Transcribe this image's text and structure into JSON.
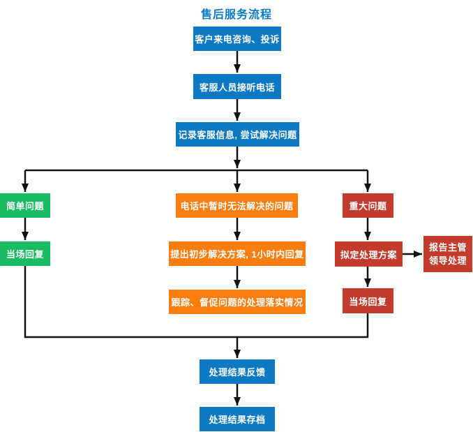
{
  "title": {
    "text": "售后服务流程"
  },
  "colors": {
    "title_blue": "#0b79c4",
    "node_blue": "#0d78c3",
    "node_green": "#1abc63",
    "node_orange": "#fa7d0e",
    "node_red": "#c23b2d",
    "connector_black": "#111111",
    "node_text": "#ffffff",
    "background": "#ffffff"
  },
  "flowchart": {
    "nodes": [
      {
        "id": "customer-call",
        "label": "客户来电咨询、投诉",
        "color": "blue"
      },
      {
        "id": "agent-answer",
        "label": "客服人员接听电话",
        "color": "blue"
      },
      {
        "id": "record-info",
        "label": "记录客服信息, 尝试解决问题",
        "color": "blue"
      },
      {
        "id": "simple-issue",
        "label": "简单问题",
        "color": "green"
      },
      {
        "id": "reply-onsite-left",
        "label": "当场回复",
        "color": "green"
      },
      {
        "id": "unsolved-issue",
        "label": "电话中暂时无法解决的问题",
        "color": "orange"
      },
      {
        "id": "initial-plan",
        "label": "提出初步解决方案, 1小时内回复",
        "color": "orange"
      },
      {
        "id": "follow-up",
        "label": "跟踪、督促问题的处理落实情况",
        "color": "orange"
      },
      {
        "id": "major-issue",
        "label": "重大问题",
        "color": "red"
      },
      {
        "id": "make-plan",
        "label": "拟定处理方案",
        "color": "red"
      },
      {
        "id": "report-supervisor",
        "label": "报告主管\n领导处理",
        "color": "red"
      },
      {
        "id": "reply-onsite-right",
        "label": "当场回复",
        "color": "red"
      },
      {
        "id": "result-feedback",
        "label": "处理结果反馈",
        "color": "blue"
      },
      {
        "id": "result-archive",
        "label": "处理结果存档",
        "color": "blue"
      }
    ]
  }
}
